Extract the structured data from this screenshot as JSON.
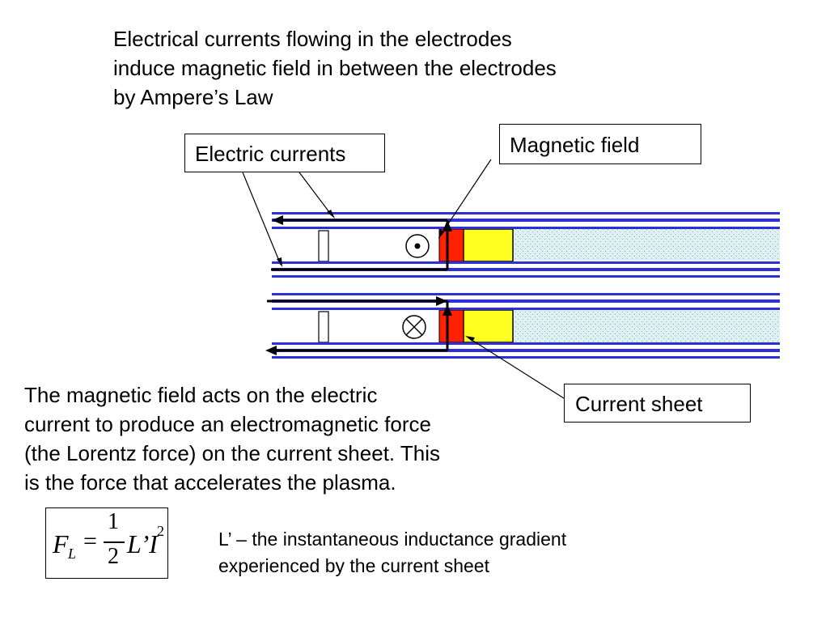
{
  "intro": {
    "lines": [
      "Electrical currents flowing in the electrodes",
      "induce magnetic field in between the electrodes",
      "by Ampere’s Law"
    ]
  },
  "labels": {
    "electric_currents": "Electric currents",
    "magnetic_field": "Magnetic field",
    "current_sheet": "Current sheet"
  },
  "explanation": {
    "lines": [
      "The magnetic field acts on the electric",
      "current to produce an electromagnetic force",
      "(the Lorentz force) on the current sheet. This",
      "is the force that accelerates the plasma."
    ]
  },
  "formula": {
    "F": "F",
    "subscript": "L",
    "equals": "=",
    "numerator": "1",
    "denominator": "2",
    "term": "L’I",
    "exponent": "2"
  },
  "definition": {
    "lines": [
      "L’ – the instantaneous inductance gradient",
      "experienced by the current sheet"
    ]
  },
  "colors": {
    "electrode_blue": "#2f2fd6",
    "current_sheet_red": "#ff2200",
    "plasma_yellow": "#ffff22",
    "gas_cyan": "#d8f0f0"
  }
}
